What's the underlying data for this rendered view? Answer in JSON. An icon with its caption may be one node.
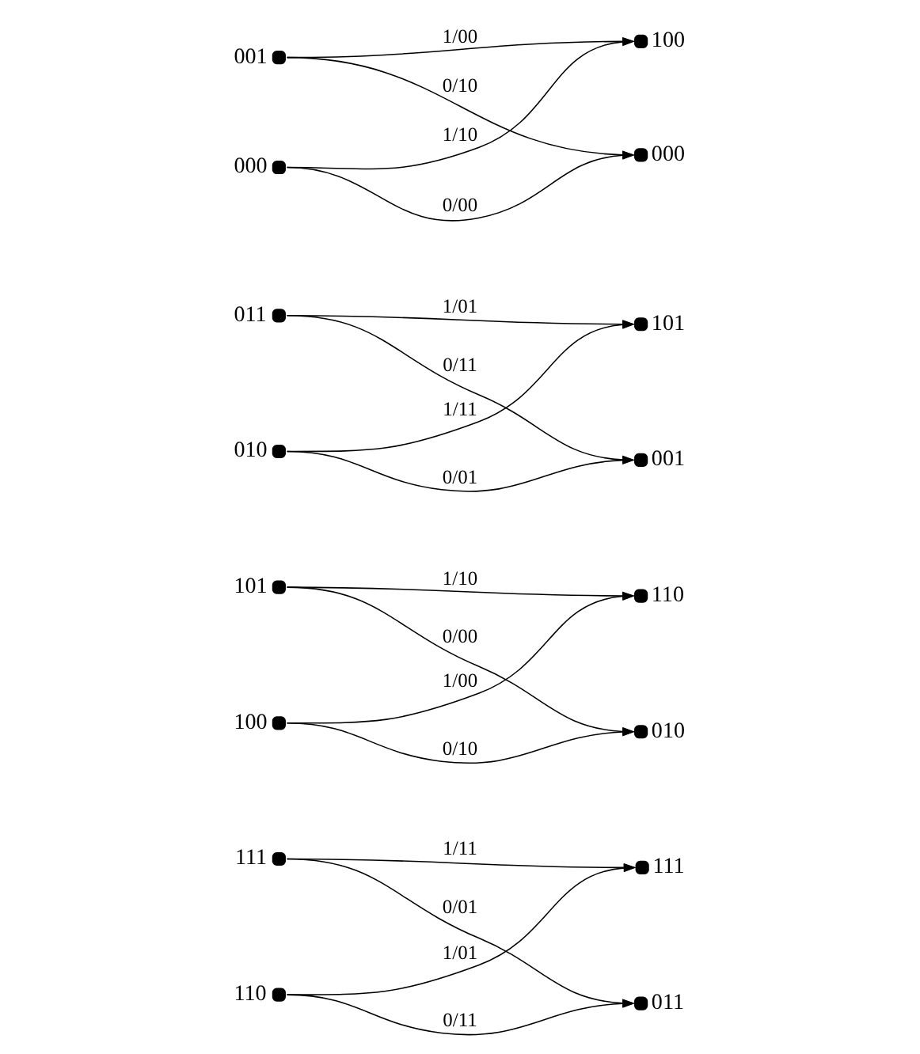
{
  "diagram": {
    "nodes": [
      {
        "text": [],
        "shape": "circle",
        "beside": [
          "000"
        ]
      },
      {
        "text": [],
        "shape": "circle",
        "beside": [
          "001"
        ]
      },
      {
        "text": [],
        "shape": "circle",
        "beside": [
          "010"
        ]
      },
      {
        "text": [],
        "shape": "circle",
        "beside": [
          "011"
        ]
      },
      {
        "text": [],
        "shape": "circle",
        "beside": [
          "100"
        ]
      },
      {
        "text": [],
        "shape": "circle",
        "beside": [
          "101"
        ]
      },
      {
        "text": [],
        "shape": "circle",
        "beside": [
          "110"
        ]
      },
      {
        "text": [],
        "shape": "circle",
        "beside": [
          "111"
        ]
      },
      {
        "text": [],
        "shape": "circle",
        "beside": [
          "000"
        ]
      },
      {
        "text": [],
        "shape": "circle",
        "beside": [
          "001"
        ]
      },
      {
        "text": [],
        "shape": "circle",
        "beside": [
          "010"
        ]
      },
      {
        "text": [],
        "shape": "circle",
        "beside": [
          "011"
        ]
      },
      {
        "text": [],
        "shape": "circle",
        "beside": [
          "100"
        ]
      },
      {
        "text": [],
        "shape": "circle",
        "beside": [
          "101"
        ]
      },
      {
        "text": [],
        "shape": "circle",
        "beside": [
          "110"
        ]
      },
      {
        "text": [],
        "shape": "circle",
        "beside": [
          "111"
        ]
      }
    ],
    "edges": [
      {
        "from": 0,
        "to": 8,
        "arrow": "to",
        "label": "0/00"
      },
      {
        "from": 0,
        "to": 12,
        "arrow": "to",
        "label": "1/10"
      },
      {
        "from": 1,
        "to": 8,
        "arrow": "to",
        "label": "0/10"
      },
      {
        "from": 1,
        "to": 12,
        "arrow": "to",
        "label": "1/00"
      },
      {
        "from": 2,
        "to": 9,
        "arrow": "to",
        "label": "0/01"
      },
      {
        "from": 2,
        "to": 13,
        "arrow": "to",
        "label": "1/11"
      },
      {
        "from": 3,
        "to": 9,
        "arrow": "to",
        "label": "0/11"
      },
      {
        "from": 3,
        "to": 13,
        "arrow": "to",
        "label": "1/01"
      },
      {
        "from": 4,
        "to": 10,
        "arrow": "to",
        "label": "0/10"
      },
      {
        "from": 4,
        "to": 14,
        "arrow": "to",
        "label": "1/00"
      },
      {
        "from": 5,
        "to": 10,
        "arrow": "to",
        "label": "0/00"
      },
      {
        "from": 5,
        "to": 14,
        "arrow": "to",
        "label": "1/10"
      },
      {
        "from": 6,
        "to": 11,
        "arrow": "to",
        "label": "0/11"
      },
      {
        "from": 6,
        "to": 15,
        "arrow": "to",
        "label": "1/01"
      },
      {
        "from": 7,
        "to": 11,
        "arrow": "to",
        "label": "0/01"
      },
      {
        "from": 7,
        "to": 15,
        "arrow": "to",
        "label": "1/11"
      }
    ]
  }
}
